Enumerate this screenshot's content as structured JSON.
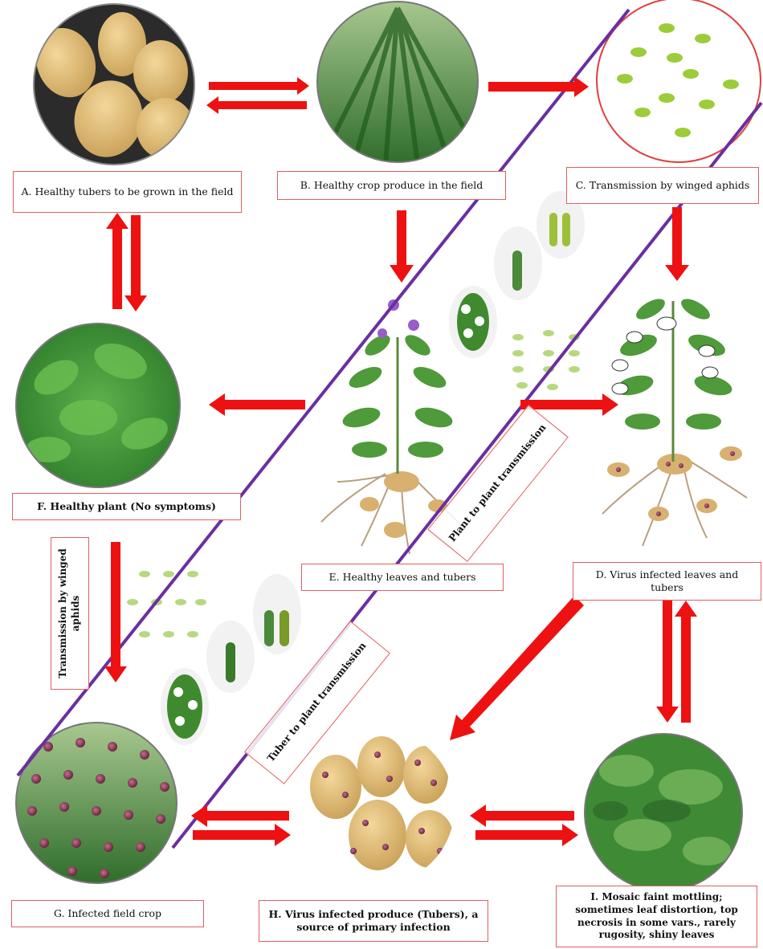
{
  "labels": {
    "a": "A. Healthy tubers to be grown in the field",
    "b": "B. Healthy crop produce in the field",
    "c": "C. Transmission by winged aphids",
    "d": "D. Virus infected leaves and tubers",
    "e": "E. Healthy leaves and tubers",
    "f": "F. Healthy plant (No symptoms)",
    "g": "G. Infected field crop",
    "h": "H. Virus infected produce (Tubers), a source of primary infection",
    "i": "I. Mosaic faint mottling; sometimes leaf distortion, top necrosis in some vars., rarely rugosity, shiny leaves"
  },
  "rotated": {
    "aphids_vertical": "Transmission by winged aphids",
    "plant_to_plant": "Plant to plant transmission",
    "tuber_to_plant": "Tuber to plant transmission"
  },
  "colors": {
    "arrow": "#ee1111",
    "divider": "#6a2fa0",
    "label_border": "#e06060",
    "virus": "#8a3a5a",
    "leaf": "#3f9a3a"
  }
}
